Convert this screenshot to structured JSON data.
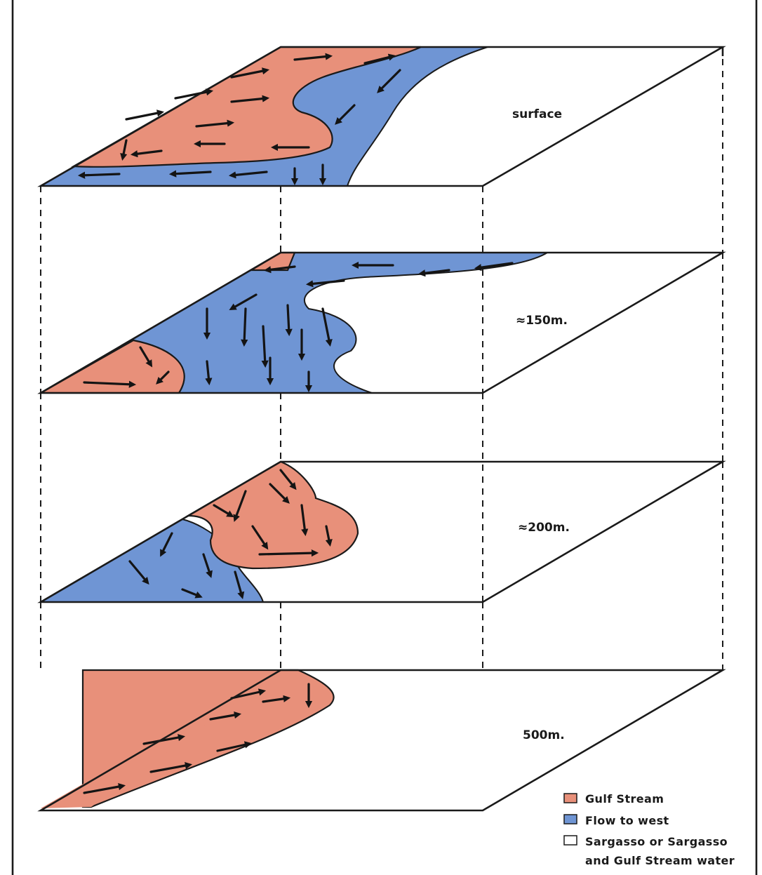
{
  "layers": [
    {
      "id": "surface",
      "label": "surface"
    },
    {
      "id": "150m",
      "label": "≈150m."
    },
    {
      "id": "200m",
      "label": "≈200m."
    },
    {
      "id": "500m",
      "label": "500m."
    }
  ],
  "legend": {
    "items": [
      {
        "label": "Gulf Stream",
        "color": "#e8907a"
      },
      {
        "label": "Flow to west",
        "color": "#6f95d4"
      },
      {
        "label": "Sargasso or Sargasso",
        "label2": "and Gulf Stream water",
        "color": "#ffffff"
      }
    ]
  },
  "colors": {
    "gulf_stream": "#e8907a",
    "flow_to_west": "#6f95d4",
    "outline": "#1a1a1a"
  }
}
